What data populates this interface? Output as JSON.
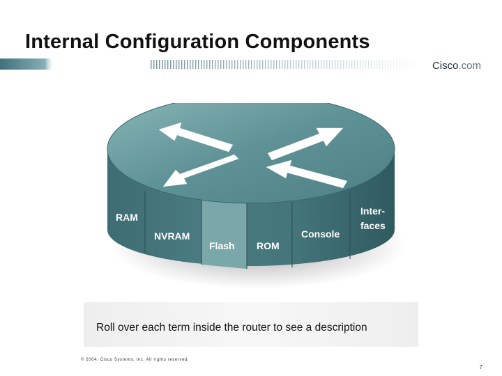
{
  "slide": {
    "title": "Internal Configuration Components",
    "logo_text": "Cisco",
    "logo_suffix": ".com",
    "instruction": "Roll over each term inside the router to see a description",
    "copyright": "© 2004, Cisco Systems, Inc. All rights reserved.",
    "page_number": "7"
  },
  "router": {
    "components": [
      {
        "label": "RAM"
      },
      {
        "label": "NVRAM"
      },
      {
        "label": "Flash"
      },
      {
        "label": "ROM"
      },
      {
        "label": "Console"
      },
      {
        "label": "Inter-\nfaces"
      }
    ]
  },
  "colors": {
    "router_top": "#6d9fa2",
    "router_side": "#3f6f75",
    "router_divider": "#2a5055",
    "flash_highlight": "#7aa7aa",
    "title_bar": "#4c7e88"
  },
  "icons": [
    "router-icon",
    "arrow-icon"
  ]
}
